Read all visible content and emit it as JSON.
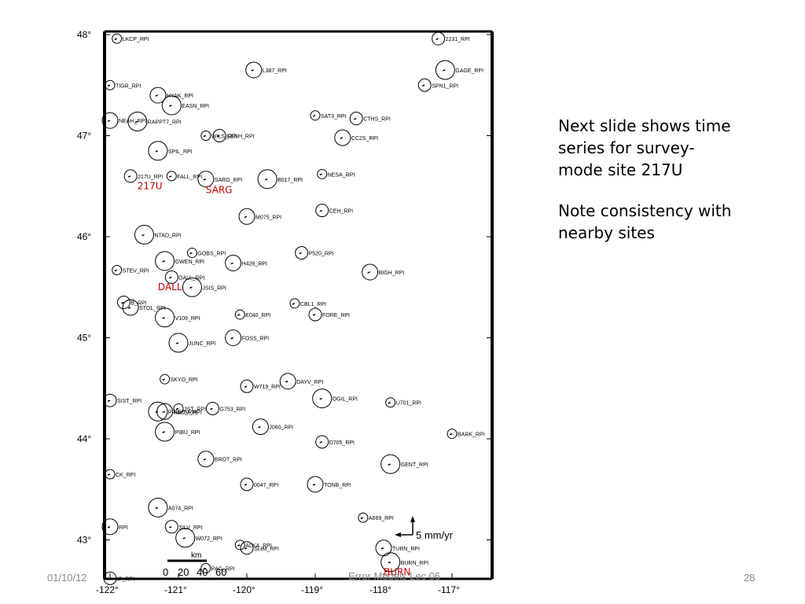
{
  "map": {
    "lat_labels": [
      "48°",
      "47°",
      "46°",
      "45°",
      "44°",
      "43°"
    ],
    "lon_labels": [
      "-122°",
      "-121°",
      "-120°",
      "-119°",
      "-118°",
      "-117°"
    ],
    "sites": [
      {
        "name": "LKCP_RPI",
        "lon": -121.9,
        "lat": 47.96
      },
      {
        "name": "2231_RPI",
        "lon": -117.2,
        "lat": 47.96
      },
      {
        "name": "L387_RPI",
        "lon": -119.9,
        "lat": 47.65
      },
      {
        "name": "GAGE_RPI",
        "lon": -117.1,
        "lat": 47.65
      },
      {
        "name": "TIGR_RPI",
        "lon": -122.0,
        "lat": 47.5
      },
      {
        "name": "SPN1_RPI",
        "lon": -117.4,
        "lat": 47.5
      },
      {
        "name": "HYAK_RPI",
        "lon": -121.3,
        "lat": 47.4
      },
      {
        "name": "EASN_RPI",
        "lon": -121.1,
        "lat": 47.3
      },
      {
        "name": "SAT3_RPI",
        "lon": -119.0,
        "lat": 47.2
      },
      {
        "name": "CTHS_RPI",
        "lon": -118.4,
        "lat": 47.17
      },
      {
        "name": "NEAH_RPI",
        "lon": -122.0,
        "lat": 47.15
      },
      {
        "name": "RAPPT7_RPI",
        "lon": -121.6,
        "lat": 47.14
      },
      {
        "name": "WILS_RPI",
        "lon": -120.6,
        "lat": 47.0
      },
      {
        "name": "CENH_RPI",
        "lon": -120.4,
        "lat": 47.0
      },
      {
        "name": "CC2S_RPI",
        "lon": -118.6,
        "lat": 46.98
      },
      {
        "name": "SPIL_RPI",
        "lon": -121.3,
        "lat": 46.85
      },
      {
        "name": "FALL_RPI",
        "lon": -121.1,
        "lat": 46.6
      },
      {
        "name": "217U_RPI",
        "lon": -121.7,
        "lat": 46.6
      },
      {
        "name": "SARG_RPI",
        "lon": -120.6,
        "lat": 46.57
      },
      {
        "name": "B017_RPI",
        "lon": -119.7,
        "lat": 46.57
      },
      {
        "name": "NESA_RPI",
        "lon": -118.9,
        "lat": 46.62
      },
      {
        "name": "CEH_RPI",
        "lon": -118.9,
        "lat": 46.26
      },
      {
        "name": "M075_RPI",
        "lon": -120.0,
        "lat": 46.2
      },
      {
        "name": "NTAD_RPI",
        "lon": -121.5,
        "lat": 46.02
      },
      {
        "name": "GOBS_RPI",
        "lon": -120.8,
        "lat": 45.84
      },
      {
        "name": "P520_RPI",
        "lon": -119.2,
        "lat": 45.84
      },
      {
        "name": "H428_RPI",
        "lon": -120.2,
        "lat": 45.74
      },
      {
        "name": "GWEN_RPI",
        "lon": -121.2,
        "lat": 45.76
      },
      {
        "name": "STEV_RPI",
        "lon": -121.9,
        "lat": 45.67
      },
      {
        "name": "DALL_RPI",
        "lon": -121.1,
        "lat": 45.6
      },
      {
        "name": "BIGH_RPI",
        "lon": -118.2,
        "lat": 45.65
      },
      {
        "name": "JSIS_RPI",
        "lon": -120.8,
        "lat": 45.5
      },
      {
        "name": "CBL1_RPI",
        "lon": -119.3,
        "lat": 45.34
      },
      {
        "name": "B_RPI",
        "lon": -121.8,
        "lat": 45.35
      },
      {
        "name": "STOL_RPI",
        "lon": -121.7,
        "lat": 45.3
      },
      {
        "name": "V109_RPI",
        "lon": -121.2,
        "lat": 45.2
      },
      {
        "name": "E040_RPI",
        "lon": -120.1,
        "lat": 45.23
      },
      {
        "name": "FORE_RPI",
        "lon": -119.0,
        "lat": 45.23
      },
      {
        "name": "FOSS_RPI",
        "lon": -120.2,
        "lat": 45.0
      },
      {
        "name": "JUNC_RPI",
        "lon": -121.0,
        "lat": 44.95
      },
      {
        "name": "SKYO_RPI",
        "lon": -121.2,
        "lat": 44.59
      },
      {
        "name": "W719_RPI",
        "lon": -120.0,
        "lat": 44.52
      },
      {
        "name": "DAYV_RPI",
        "lon": -119.4,
        "lat": 44.57
      },
      {
        "name": "OGIL_RPI",
        "lon": -118.9,
        "lat": 44.4
      },
      {
        "name": "U701_RPI",
        "lon": -117.9,
        "lat": 44.36
      },
      {
        "name": "SIST_RPI",
        "lon": -122.0,
        "lat": 44.38
      },
      {
        "name": "REDM_RPI",
        "lon": -121.2,
        "lat": 44.27
      },
      {
        "name": "PRINE_RPI",
        "lon": -121.3,
        "lat": 44.27
      },
      {
        "name": "JST_RPI",
        "lon": -121.0,
        "lat": 44.3
      },
      {
        "name": "G753_RPI",
        "lon": -120.5,
        "lat": 44.3
      },
      {
        "name": "J060_RPI",
        "lon": -119.8,
        "lat": 44.12
      },
      {
        "name": "PIBU_RPI",
        "lon": -121.2,
        "lat": 44.07
      },
      {
        "name": "BARK_RPI",
        "lon": -117.0,
        "lat": 44.05
      },
      {
        "name": "D705_RPI",
        "lon": -118.9,
        "lat": 43.97
      },
      {
        "name": "BROT_RPI",
        "lon": -120.6,
        "lat": 43.8
      },
      {
        "name": "GENT_RPI",
        "lon": -117.9,
        "lat": 43.75
      },
      {
        "name": "CK_RPI",
        "lon": -122.0,
        "lat": 43.65
      },
      {
        "name": "0047_RPI",
        "lon": -120.0,
        "lat": 43.55
      },
      {
        "name": "TONB_RPI",
        "lon": -119.0,
        "lat": 43.55
      },
      {
        "name": "A074_RPI",
        "lon": -121.3,
        "lat": 43.32
      },
      {
        "name": "A669_RPI",
        "lon": -118.3,
        "lat": 43.22
      },
      {
        "name": "SILV_RPI",
        "lon": -121.1,
        "lat": 43.13
      },
      {
        "name": "RPI",
        "lon": -122.0,
        "lat": 43.13
      },
      {
        "name": "W072_RPI",
        "lon": -120.9,
        "lat": 43.02
      },
      {
        "name": "ALKA_RPI",
        "lon": -120.1,
        "lat": 42.95
      },
      {
        "name": "SLIM_RPI",
        "lon": -120.0,
        "lat": 42.92
      },
      {
        "name": "TURN_RPI",
        "lon": -118.0,
        "lat": 42.92
      },
      {
        "name": "BURN_RPI",
        "lon": -117.9,
        "lat": 42.78
      },
      {
        "name": "PAG_RPI",
        "lon": -120.6,
        "lat": 42.72
      },
      {
        "name": "IP_RPI",
        "lon": -122.0,
        "lat": 42.62
      }
    ],
    "highlight_labels": [
      {
        "text": "217U",
        "lon": -121.6,
        "lat": 46.47
      },
      {
        "text": "SARG",
        "lon": -120.6,
        "lat": 46.43
      },
      {
        "text": "DALL",
        "lon": -121.3,
        "lat": 45.47
      },
      {
        "text": "BURN",
        "lon": -118.0,
        "lat": 42.65
      }
    ],
    "highlight_color": "#c00000",
    "scale_vector_label": "5 mm/yr",
    "km_label": "km",
    "km_ticks": [
      "0",
      "20",
      "40",
      "60"
    ]
  },
  "notes": {
    "paragraph1": "Next slide shows time series for survey-mode site 217U",
    "paragraph2": "Note consistency with nearby sites"
  },
  "footer": {
    "date": "01/10/12",
    "title": "Error Models Lec 06",
    "page": "28"
  }
}
